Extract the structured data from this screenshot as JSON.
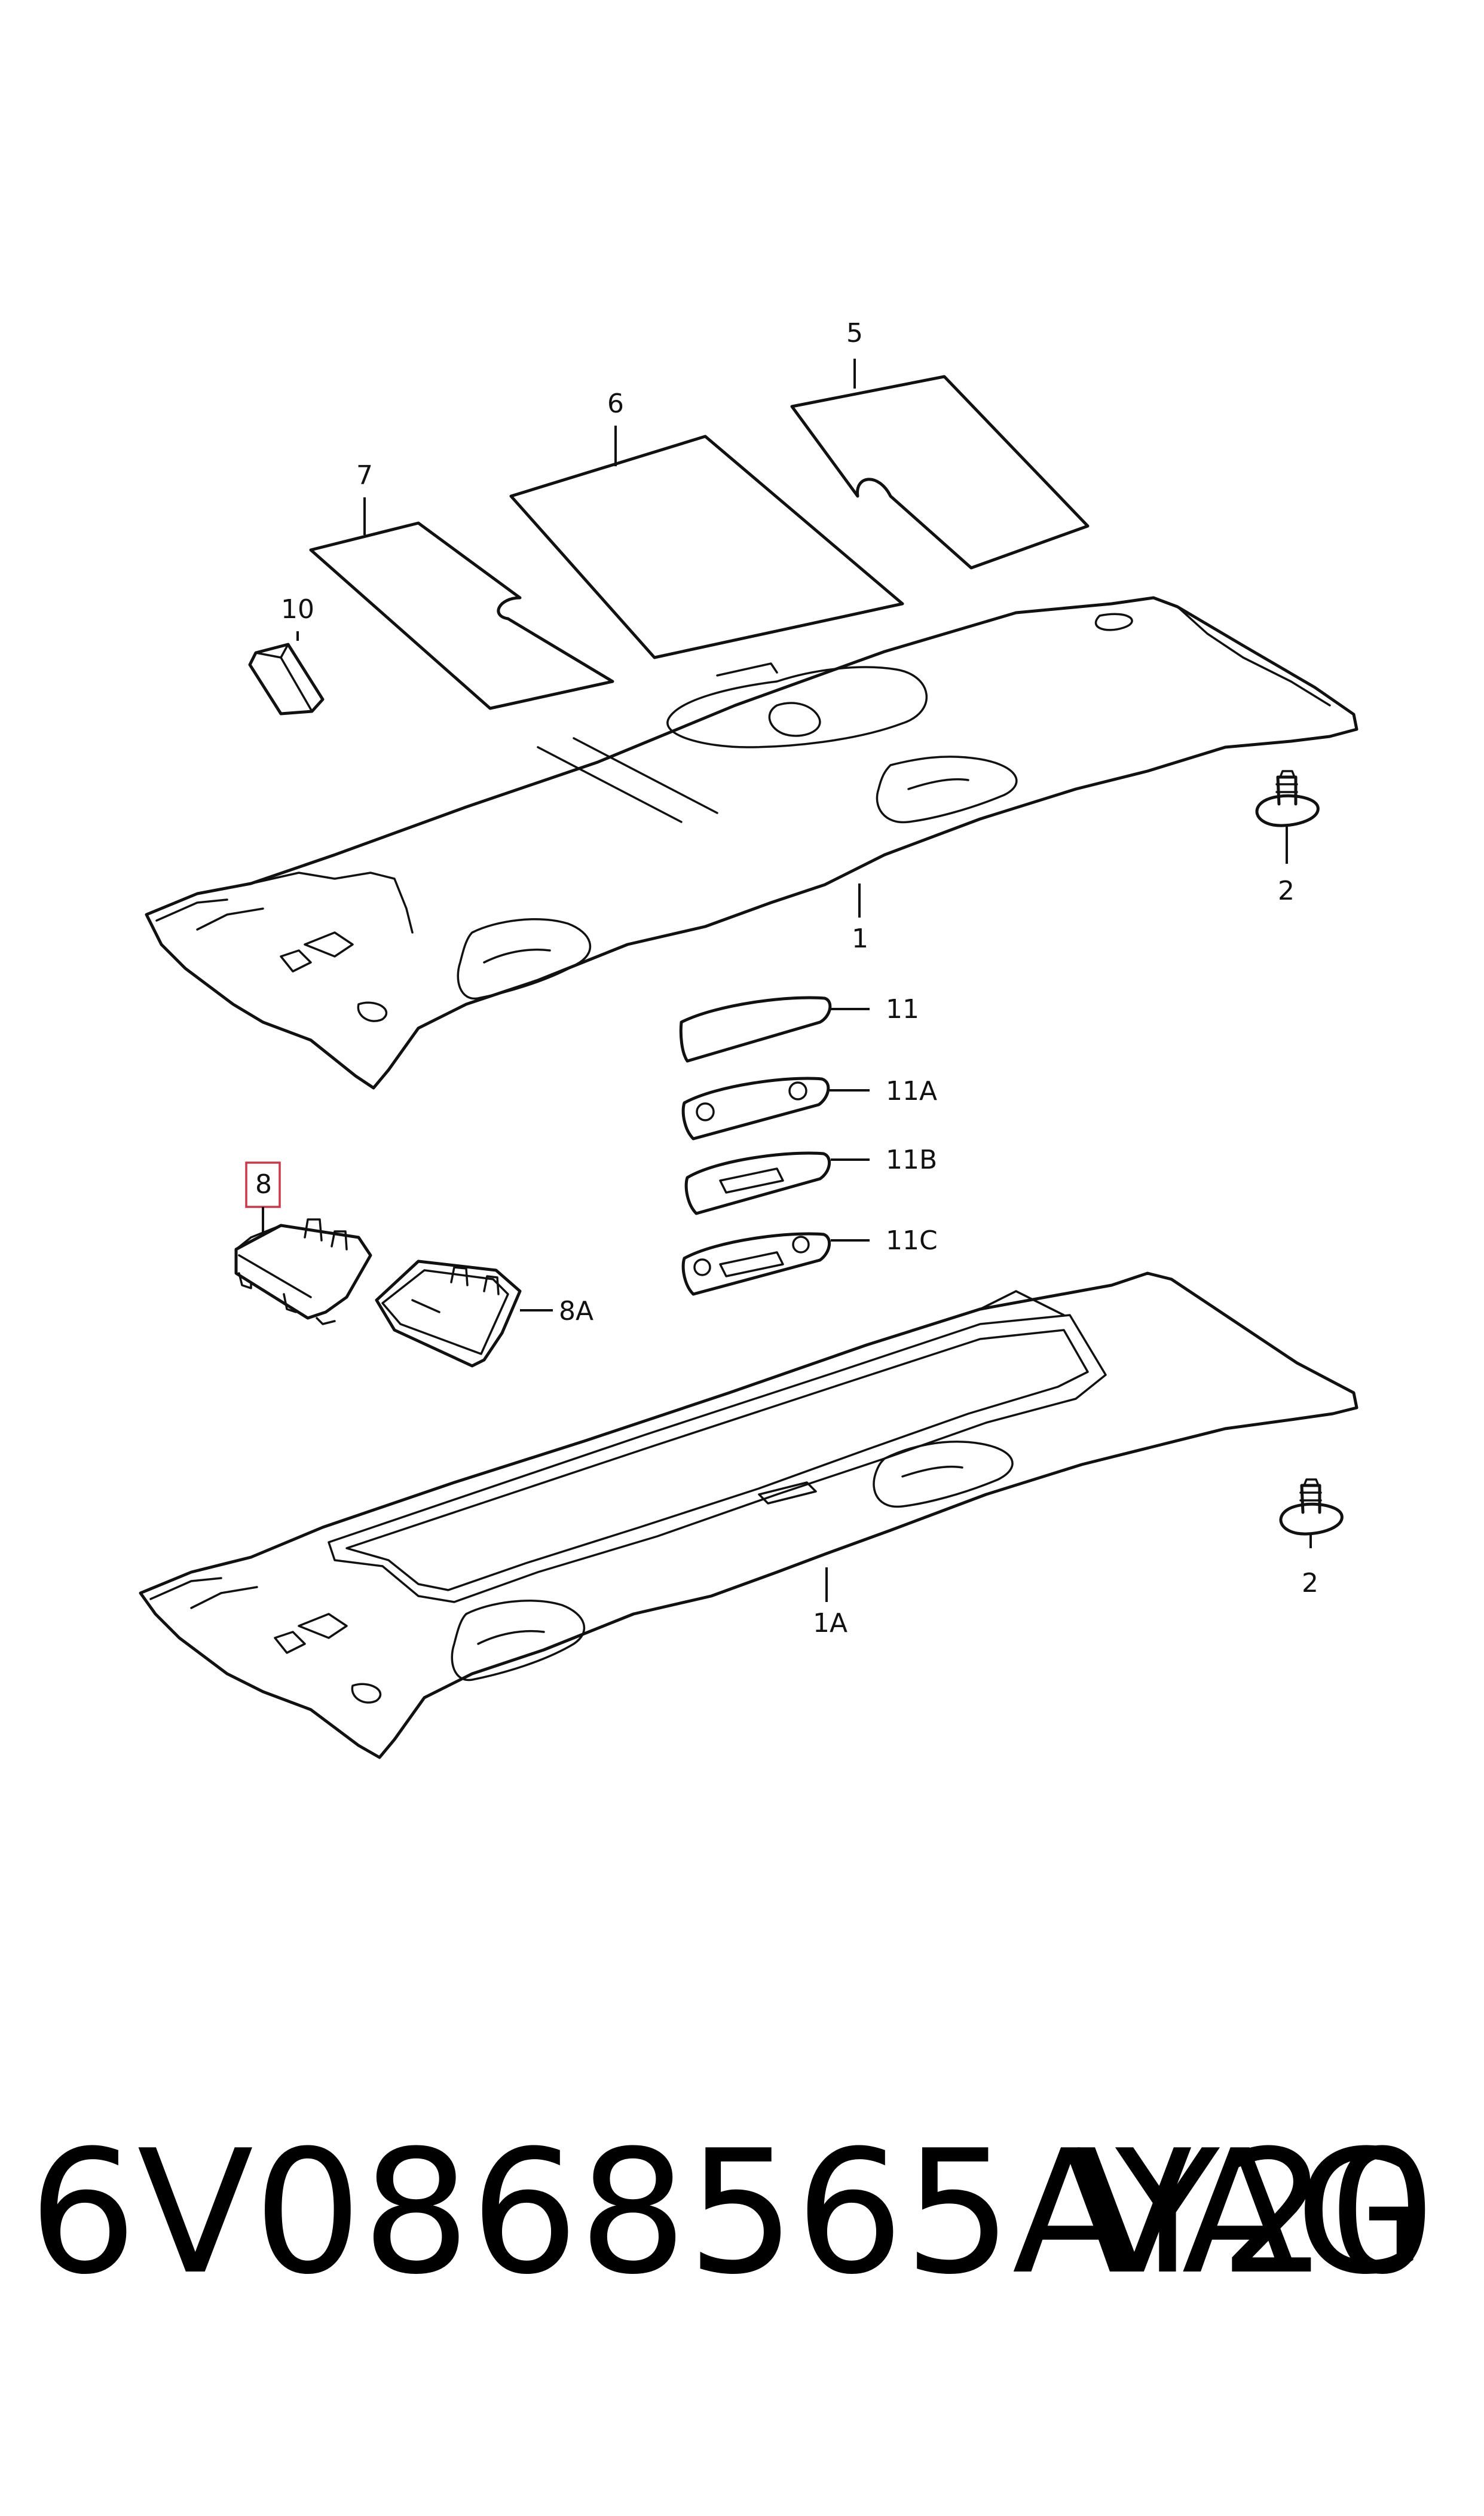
{
  "callouts": {
    "c5": "5",
    "c6": "6",
    "c7": "7",
    "c10": "10",
    "c1": "1",
    "c2_top": "2",
    "c11": "11",
    "c11a": "11A",
    "c11b": "11B",
    "c11c": "11C",
    "c8": "8",
    "c8a": "8A",
    "c1a": "1A",
    "c2_bottom": "2"
  },
  "footer": {
    "part_number": "6V0868565AY20",
    "brand": "VAG"
  },
  "colors": {
    "line": "#111111",
    "highlight": "#c83a4a"
  }
}
